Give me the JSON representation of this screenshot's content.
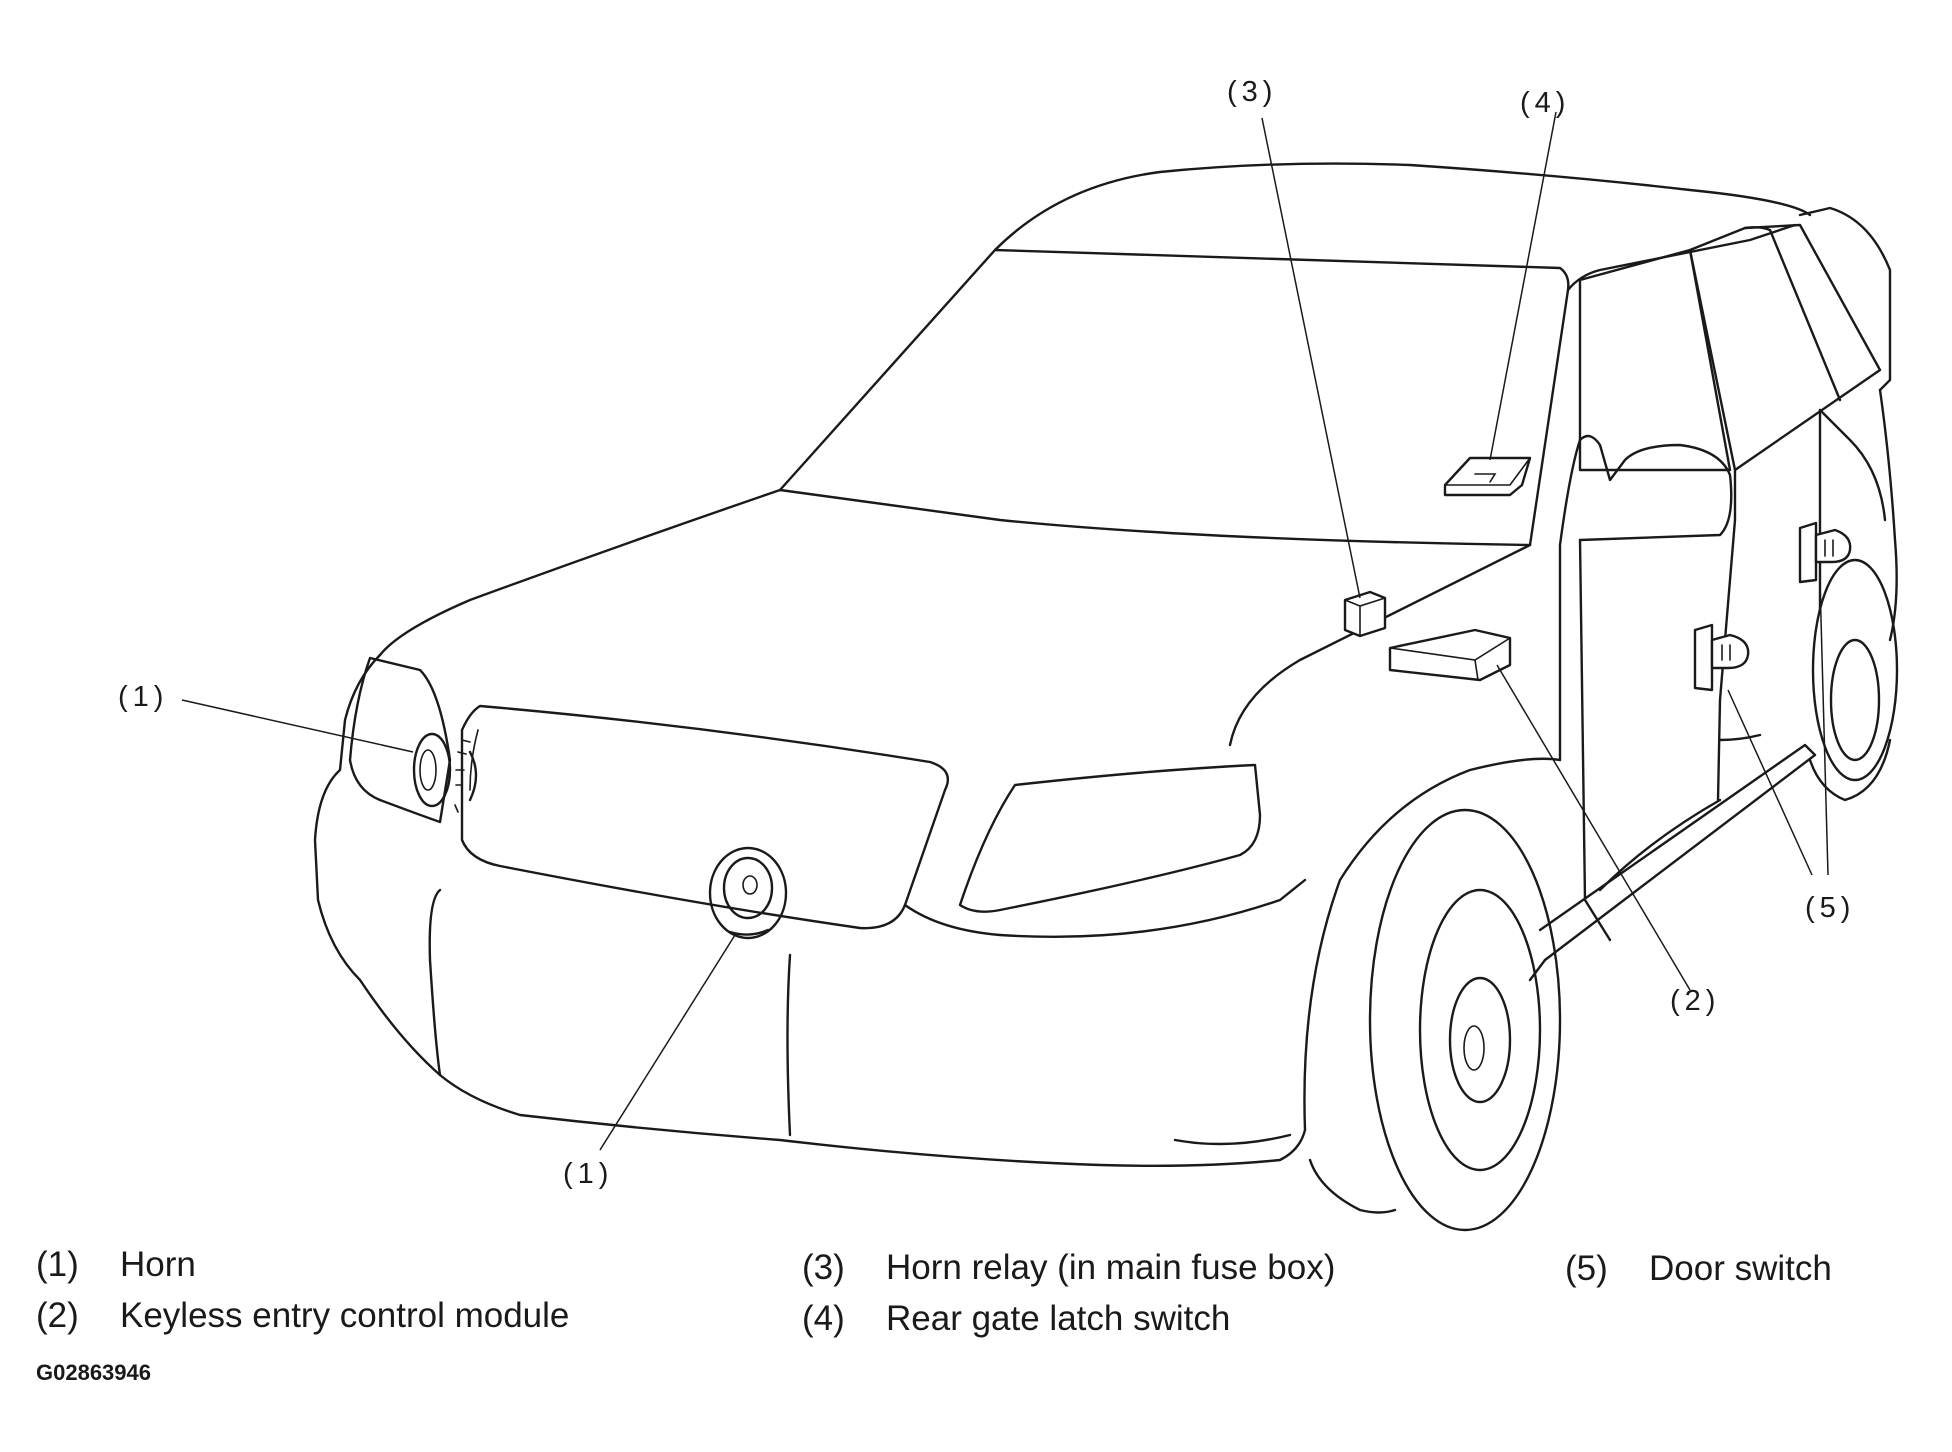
{
  "callouts": {
    "horn_left": "(1)",
    "horn_bottom": "(1)",
    "keyless_module": "(2)",
    "horn_relay": "(3)",
    "rear_gate_switch": "(4)",
    "door_switches": "(5)"
  },
  "legend": [
    {
      "num": "(1)",
      "text": "Horn"
    },
    {
      "num": "(2)",
      "text": "Keyless entry control module"
    },
    {
      "num": "(3)",
      "text": "Horn relay (in main fuse box)"
    },
    {
      "num": "(4)",
      "text": "Rear gate latch switch"
    },
    {
      "num": "(5)",
      "text": "Door switch"
    }
  ],
  "figure_code": "G02863946"
}
